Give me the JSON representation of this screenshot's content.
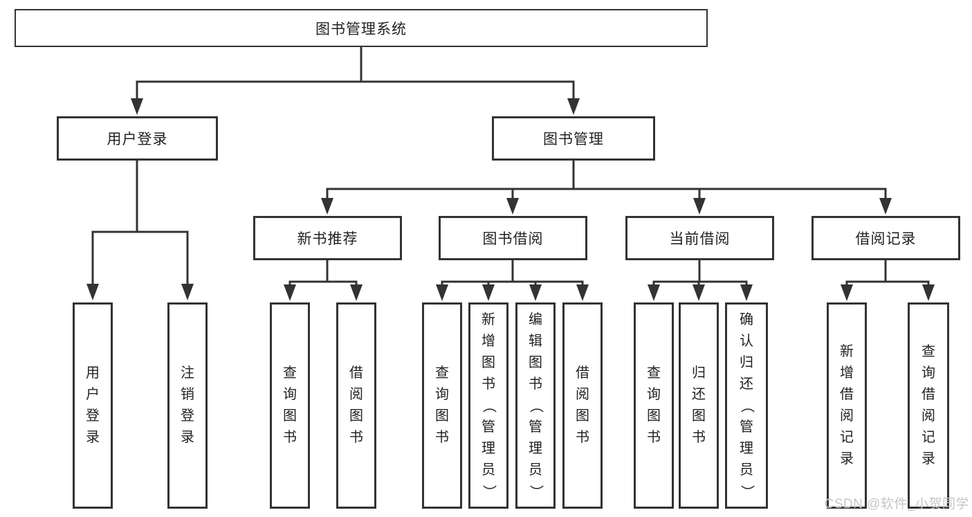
{
  "tree": {
    "label": "图书管理系统",
    "children": [
      {
        "label": "用户登录",
        "children": [
          {
            "label": "用户登录"
          },
          {
            "label": "注销登录"
          }
        ]
      },
      {
        "label": "图书管理",
        "children": [
          {
            "label": "新书推荐",
            "children": [
              {
                "label": "查询图书"
              },
              {
                "label": "借阅图书"
              }
            ]
          },
          {
            "label": "图书借阅",
            "children": [
              {
                "label": "查询图书"
              },
              {
                "label": "新增图书（管理员）"
              },
              {
                "label": "编辑图书（管理员）"
              },
              {
                "label": "借阅图书"
              }
            ]
          },
          {
            "label": "当前借阅",
            "children": [
              {
                "label": "查询图书"
              },
              {
                "label": "归还图书"
              },
              {
                "label": "确认归还（管理员）"
              }
            ]
          },
          {
            "label": "借阅记录",
            "children": [
              {
                "label": "新增借阅记录"
              },
              {
                "label": "查询借阅记录"
              }
            ]
          }
        ]
      }
    ]
  },
  "watermark": "CSDN @软件_小贺同学",
  "colors": {
    "line": "#333333",
    "text": "#222222",
    "watermark": "#c6c6c6",
    "background": "#ffffff"
  }
}
